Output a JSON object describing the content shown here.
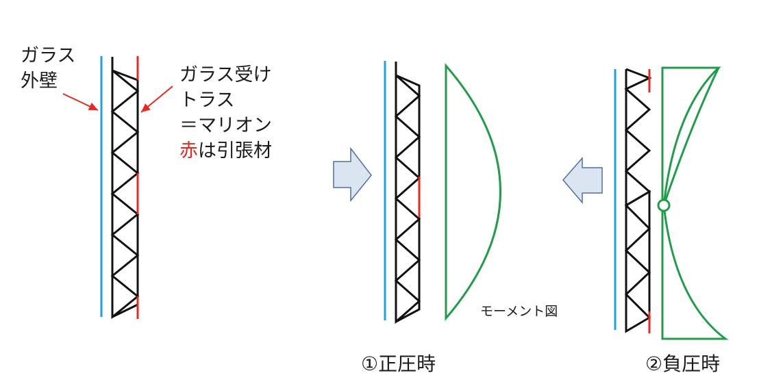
{
  "labels": {
    "glass_wall": [
      "ガラス",
      "外壁"
    ],
    "truss": {
      "line1": "ガラス受け",
      "line2": "トラス",
      "line3": "＝マリオン",
      "line4_red": "赤",
      "line4_rest": "は引張材"
    },
    "moment": "モーメント図",
    "case1": "①正圧時",
    "case2": "②負圧時"
  },
  "colors": {
    "glass": "#1ea1df",
    "truss": "#111111",
    "tension": "#e8281e",
    "moment": "#1f9d48",
    "arrow_fill": "#dbe5f1",
    "arrow_stroke": "#4f6f9f"
  }
}
